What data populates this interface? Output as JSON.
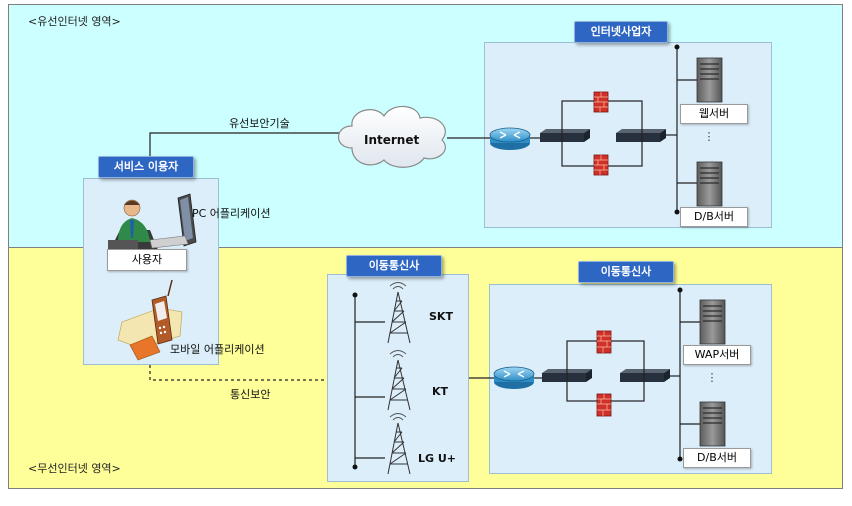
{
  "zones": {
    "wired_label": "<유선인터넷 영역>",
    "wireless_label": "<무선인터넷 영역>"
  },
  "user_area": {
    "header": "서비스 이용자",
    "user_label": "사용자",
    "pc_app": "PC 어플리케이션",
    "mobile_app": "모바일 어플리케이션"
  },
  "links": {
    "wired_security": "유선보안기술",
    "wireless_security": "통신보안"
  },
  "internet": {
    "label": "Internet"
  },
  "isp": {
    "header": "인터넷사업자",
    "servers": [
      "웹서버",
      "D/B서버"
    ]
  },
  "carriers": {
    "header": "이동통신사",
    "operators": [
      "SKT",
      "KT",
      "LG U+"
    ]
  },
  "mobile_core": {
    "header": "이동통신사",
    "servers": [
      "WAP서버",
      "D/B서버"
    ]
  }
}
